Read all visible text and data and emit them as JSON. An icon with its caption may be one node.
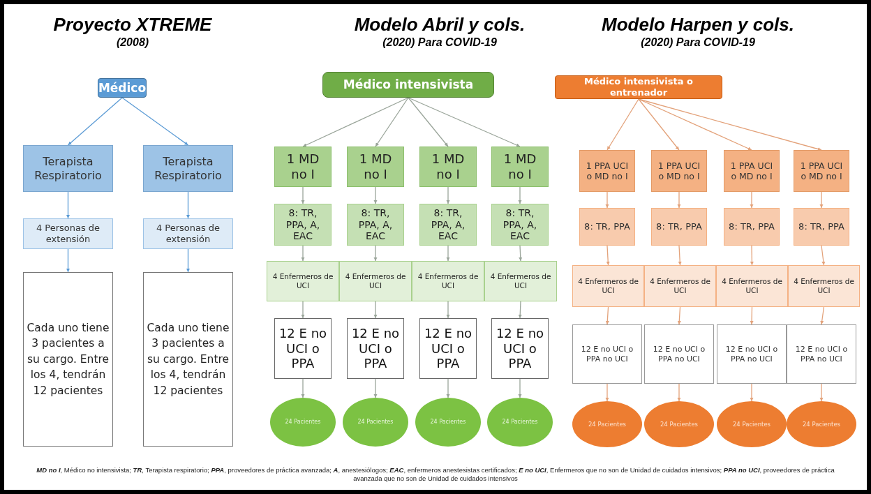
{
  "diagram": {
    "caption": "**MD no I**, Médico no intensivista; **TR**, Terapista respiratorio; **PPA**, proveedores de práctica avanzada; **A**, anestesiólogos; **EAC**, enfermeros anestesistas certificados; **E no UCI**, Enfermeros que no son de Unidad de cuidados intensivos; **PPA no UCI**, proveedores de práctica avanzada que no son de Unidad de cuidados intensivos",
    "nodes": [
      {
        "text": [
          "Médico"
        ]
      },
      {
        "text": [
          "Terapista Respiratorio"
        ]
      },
      {
        "text": [
          "Terapista Respiratorio"
        ]
      },
      {
        "text": [
          "4 Personas de extensión"
        ]
      },
      {
        "text": [
          "4 Personas de extensión"
        ]
      },
      {
        "text": [
          "Cada uno tiene 3 pacientes a su cargo. Entre los 4, tendrán 12 pacientes"
        ]
      },
      {
        "text": [
          "Cada uno tiene 3 pacientes a su cargo. Entre los 4, tendrán 12 pacientes"
        ]
      },
      {
        "text": [
          "Médico intensivista"
        ]
      },
      {
        "text": [
          "1 MD no I"
        ]
      },
      {
        "text": [
          "1 MD no I"
        ]
      },
      {
        "text": [
          "1 MD no I"
        ]
      },
      {
        "text": [
          "1 MD no I"
        ]
      },
      {
        "text": [
          "8: TR, PPA, A, EAC"
        ]
      },
      {
        "text": [
          "8: TR, PPA, A, EAC"
        ]
      },
      {
        "text": [
          "8: TR, PPA, A, EAC"
        ]
      },
      {
        "text": [
          "8: TR, PPA, A, EAC"
        ]
      },
      {
        "text": [
          "4 Enfermeros de UCI"
        ]
      },
      {
        "text": [
          "4 Enfermeros de UCI"
        ]
      },
      {
        "text": [
          "4 Enfermeros de UCI"
        ]
      },
      {
        "text": [
          "4 Enfermeros de UCI"
        ]
      },
      {
        "text": [
          "12 E no UCI o PPA"
        ]
      },
      {
        "text": [
          "12 E no UCI o PPA"
        ]
      },
      {
        "text": [
          "12 E no UCI o PPA"
        ]
      },
      {
        "text": [
          "12 E no UCI o PPA"
        ]
      },
      {
        "text": [
          "24 Pacientes"
        ]
      },
      {
        "text": [
          "24 Pacientes"
        ]
      },
      {
        "text": [
          "24 Pacientes"
        ]
      },
      {
        "text": [
          "24 Pacientes"
        ]
      },
      {
        "text": [
          "Médico intensivista o entrenador"
        ]
      },
      {
        "text": [
          "1 PPA UCI o MD no I"
        ]
      },
      {
        "text": [
          "1 PPA UCI o MD no I"
        ]
      },
      {
        "text": [
          "1 PPA UCI o MD no I"
        ]
      },
      {
        "text": [
          "1 PPA UCI o MD no I"
        ]
      },
      {
        "text": [
          "8: TR, PPA"
        ]
      },
      {
        "text": [
          "8: TR, PPA"
        ]
      },
      {
        "text": [
          "8: TR, PPA"
        ]
      },
      {
        "text": [
          "8: TR, PPA"
        ]
      },
      {
        "text": [
          "4 Enfermeros de UCI"
        ]
      },
      {
        "text": [
          "4 Enfermeros de UCI"
        ]
      },
      {
        "text": [
          "4 Enfermeros de UCI"
        ]
      },
      {
        "text": [
          "4 Enfermeros de UCI"
        ]
      },
      {
        "text": [
          "12 E no UCI o PPA no UCI"
        ]
      },
      {
        "text": [
          "12 E no UCI o PPA no UCI"
        ]
      },
      {
        "text": [
          "12 E no UCI o PPA no UCI"
        ]
      },
      {
        "text": [
          "12 E no UCI o PPA no UCI"
        ]
      },
      {
        "text": [
          "24 Pacientes"
        ]
      },
      {
        "text": [
          "24 Pacientes"
        ]
      },
      {
        "text": [
          "24 Pacientes"
        ]
      },
      {
        "text": [
          "24 Pacientes"
        ]
      }
    ],
    "edges": [
      {
        "from": 0,
        "to": 1,
        "arrow": "to"
      },
      {
        "from": 0,
        "to": 2,
        "arrow": "to"
      },
      {
        "from": 1,
        "to": 3,
        "arrow": "to"
      },
      {
        "from": 2,
        "to": 4,
        "arrow": "to"
      },
      {
        "from": 3,
        "to": 5,
        "arrow": "to"
      },
      {
        "from": 4,
        "to": 6,
        "arrow": "to"
      },
      {
        "from": 7,
        "to": 8,
        "arrow": "to"
      },
      {
        "from": 7,
        "to": 9,
        "arrow": "to"
      },
      {
        "from": 7,
        "to": 10,
        "arrow": "to"
      },
      {
        "from": 7,
        "to": 11,
        "arrow": "to"
      },
      {
        "from": 8,
        "to": 12,
        "arrow": "to"
      },
      {
        "from": 9,
        "to": 13,
        "arrow": "to"
      },
      {
        "from": 10,
        "to": 14,
        "arrow": "to"
      },
      {
        "from": 11,
        "to": 15,
        "arrow": "to"
      },
      {
        "from": 12,
        "to": 16,
        "arrow": "to"
      },
      {
        "from": 13,
        "to": 17,
        "arrow": "to"
      },
      {
        "from": 14,
        "to": 18,
        "arrow": "to"
      },
      {
        "from": 15,
        "to": 19,
        "arrow": "to"
      },
      {
        "from": 16,
        "to": 20,
        "arrow": "to"
      },
      {
        "from": 17,
        "to": 21,
        "arrow": "to"
      },
      {
        "from": 18,
        "to": 22,
        "arrow": "to"
      },
      {
        "from": 19,
        "to": 23,
        "arrow": "to"
      },
      {
        "from": 20,
        "to": 24,
        "arrow": "to"
      },
      {
        "from": 21,
        "to": 25,
        "arrow": "to"
      },
      {
        "from": 22,
        "to": 26,
        "arrow": "to"
      },
      {
        "from": 23,
        "to": 27,
        "arrow": "to"
      },
      {
        "from": 28,
        "to": 29,
        "arrow": "to"
      },
      {
        "from": 28,
        "to": 30,
        "arrow": "to"
      },
      {
        "from": 28,
        "to": 31,
        "arrow": "to"
      },
      {
        "from": 28,
        "to": 32,
        "arrow": "to"
      },
      {
        "from": 29,
        "to": 33,
        "arrow": "to"
      },
      {
        "from": 30,
        "to": 34,
        "arrow": "to"
      },
      {
        "from": 31,
        "to": 35,
        "arrow": "to"
      },
      {
        "from": 32,
        "to": 36,
        "arrow": "to"
      },
      {
        "from": 33,
        "to": 37,
        "arrow": "to"
      },
      {
        "from": 34,
        "to": 38,
        "arrow": "to"
      },
      {
        "from": 35,
        "to": 39,
        "arrow": "to"
      },
      {
        "from": 36,
        "to": 40,
        "arrow": "to"
      },
      {
        "from": 37,
        "to": 41,
        "arrow": "to"
      },
      {
        "from": 38,
        "to": 42,
        "arrow": "to"
      },
      {
        "from": 39,
        "to": 43,
        "arrow": "to"
      },
      {
        "from": 40,
        "to": 44,
        "arrow": "to"
      },
      {
        "from": 41,
        "to": 45,
        "arrow": "to"
      },
      {
        "from": 42,
        "to": 46,
        "arrow": "to"
      },
      {
        "from": 43,
        "to": 47,
        "arrow": "to"
      },
      {
        "from": 44,
        "to": 48,
        "arrow": "to"
      }
    ],
    "labels": [
      "Proyecto XTREME",
      "(2008)",
      "Modelo Abril y cols.",
      "(2020) Para COVID-19",
      "Modelo Harpen y cols.",
      "(2020) Para COVID-19"
    ]
  }
}
